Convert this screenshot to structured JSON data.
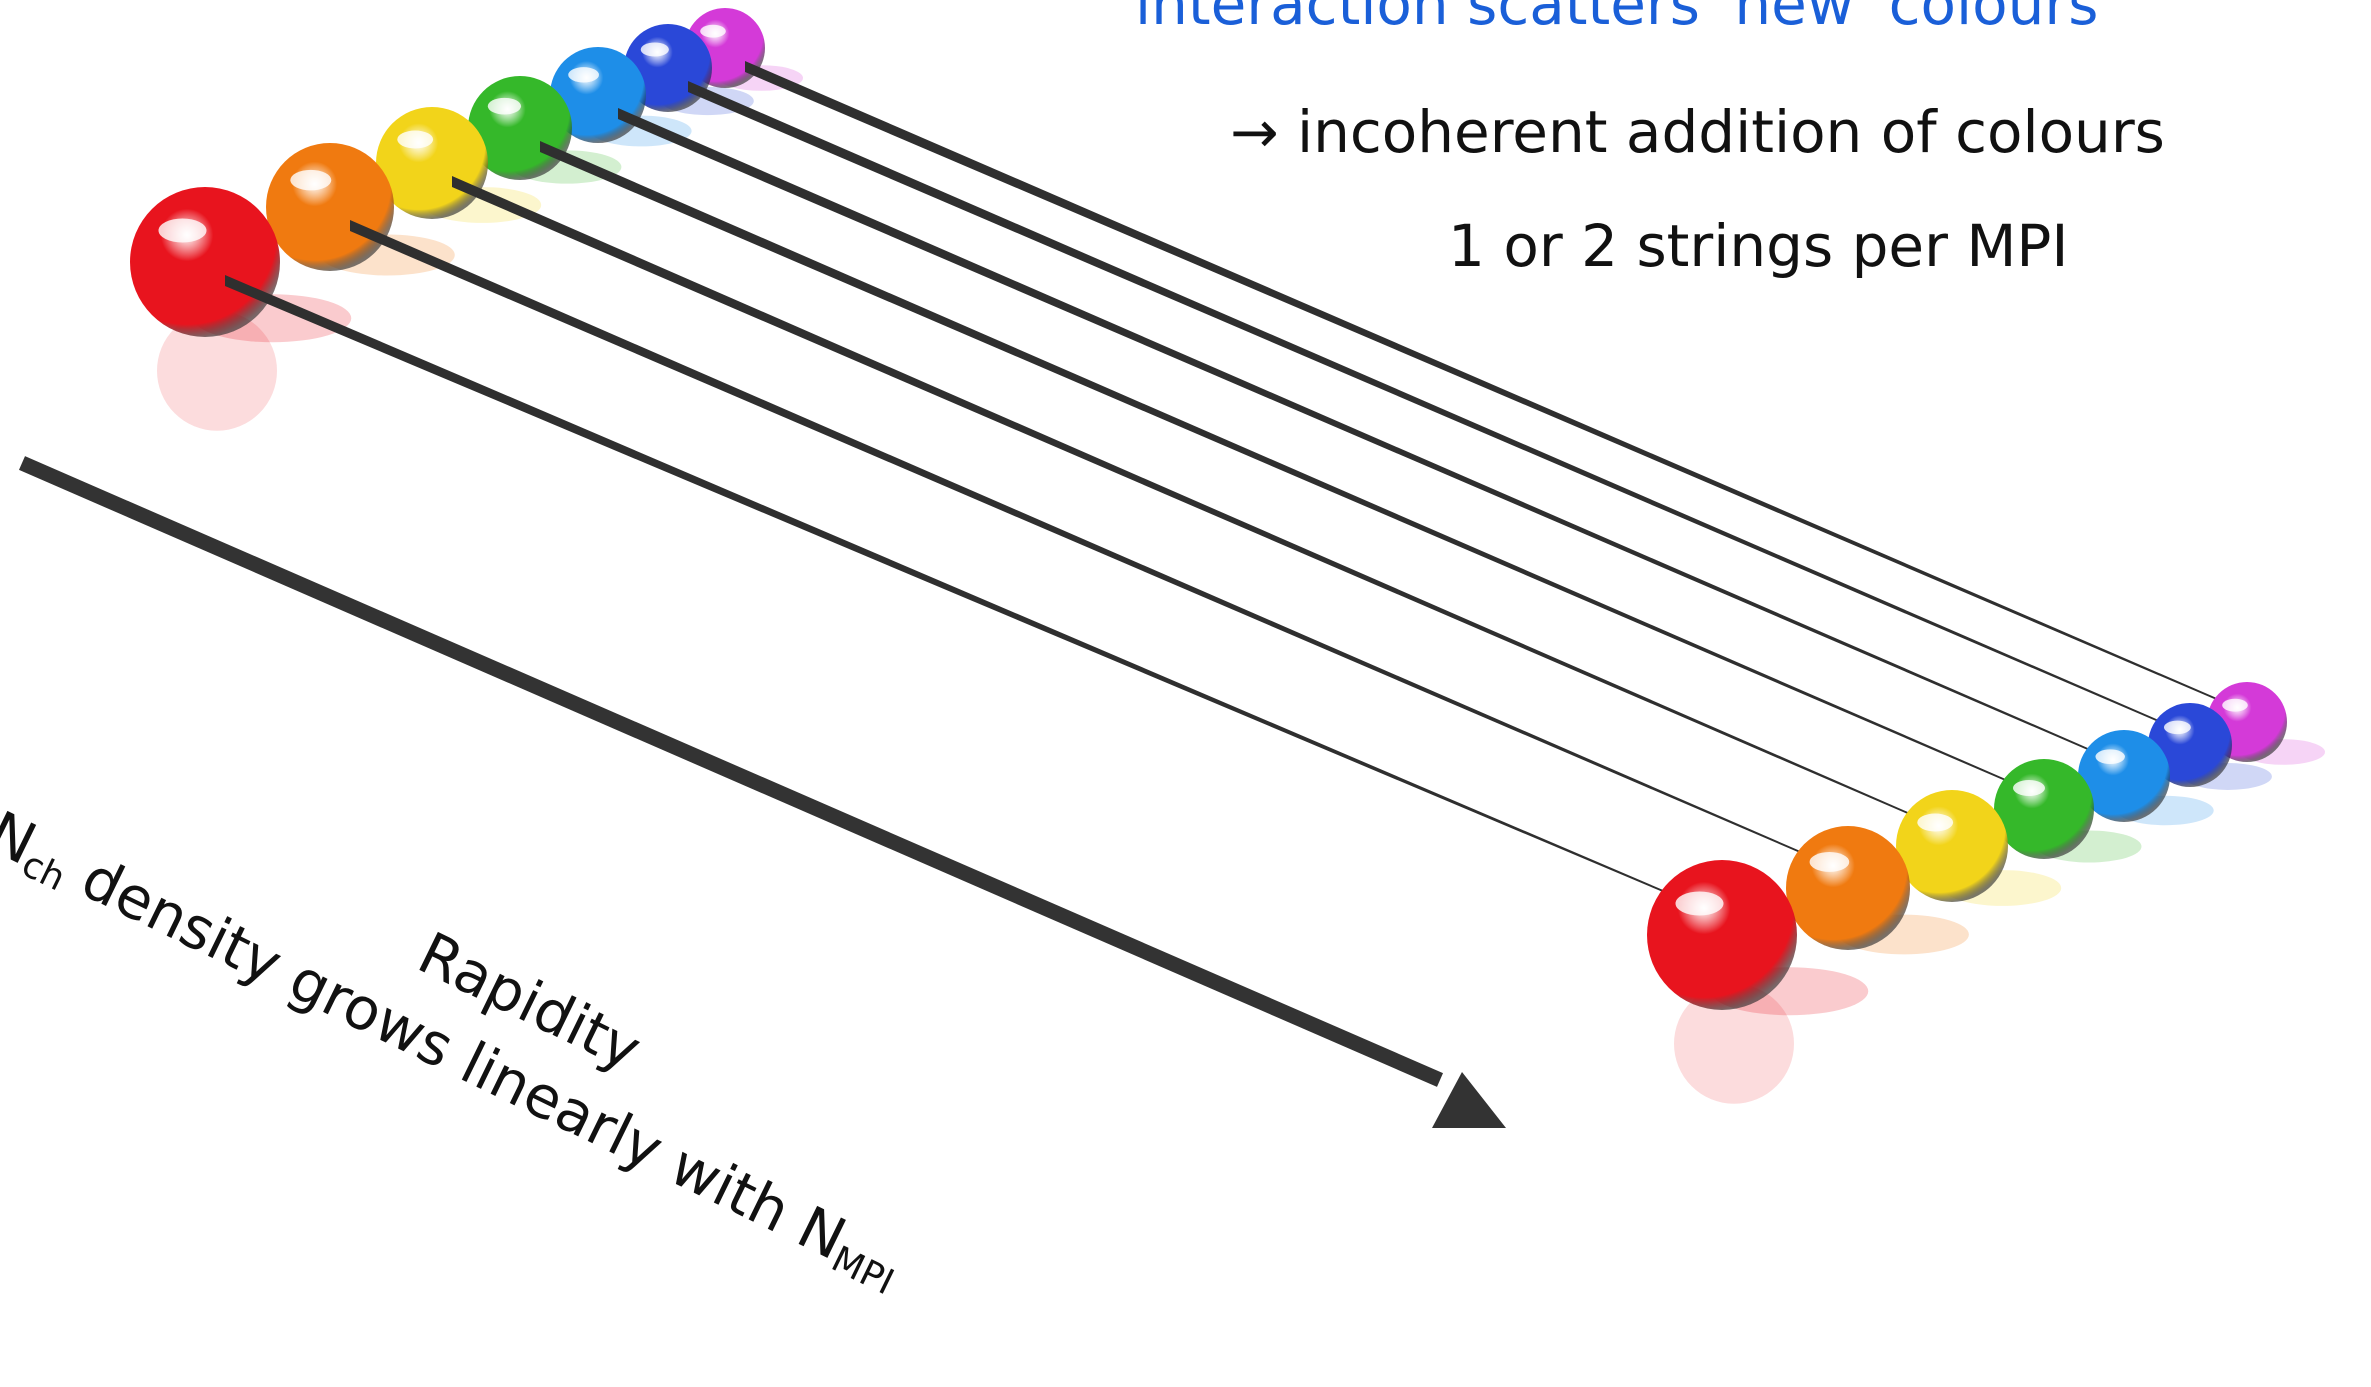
{
  "header": {
    "line1": "interaction scatters 'new' colours",
    "line2": "→ incoherent addition of colours",
    "line3": "1 or 2 strings per MPI"
  },
  "axis": {
    "label": "Rapidity",
    "density_prefix": "N",
    "density_prefix_sub": "ch",
    "density_middle": " density grows linearly with N",
    "density_suffix_sub": "MPI"
  },
  "colors": {
    "arrow": "#333333",
    "string": "#2f2f2f",
    "header_blue": "#1a5fd8",
    "balls": [
      "#e8141e",
      "#f07a10",
      "#f2d41a",
      "#35b82a",
      "#1e8ee8",
      "#2a48d8",
      "#d43ad8"
    ]
  },
  "icons": [
    "colour-ball-icon",
    "string-line-icon",
    "rapidity-arrow-icon"
  ]
}
